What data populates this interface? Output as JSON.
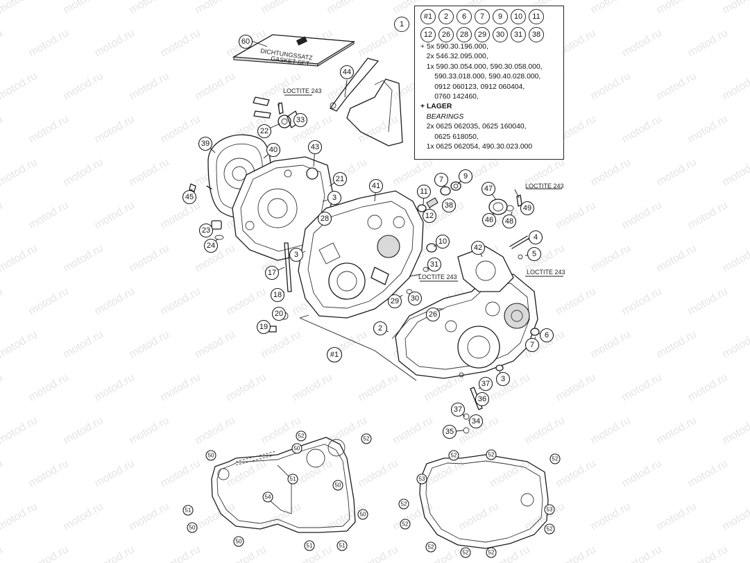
{
  "watermark": "motod.ru",
  "gasket_kit": {
    "line1": "DICHTUNGSSATZ",
    "line2": "GASKET SET"
  },
  "notes": {
    "loctite_1": "LOCTITE 243",
    "loctite_2": "LOCTITE 243",
    "loctite_3": "LOCTITE 243",
    "loctite_4": "LOCTITE 243"
  },
  "info_box": {
    "ref": "1",
    "badges_row1": [
      "#1",
      "2",
      "6",
      "7",
      "9",
      "10",
      "11"
    ],
    "badges_row2": [
      "12",
      "26",
      "28",
      "29",
      "30",
      "31",
      "38"
    ],
    "lines": [
      "+ 5x 590.30.196.000,",
      "   2x 546.32.095.000,",
      "   1x 590.30.054.000, 590.30.058.000,",
      "       590.33.018.000, 590.40.028.000,",
      "       0912 060123, 0912 060404,",
      "       0760 142460,",
      "+ LAGER",
      "   BEARINGS",
      "   2x 0625 062035, 0625 160040,",
      "       0625 618050,",
      "   1x 0625 062054, 490.30.023.000"
    ]
  },
  "callouts": {
    "c60": "60",
    "c44": "44",
    "c22": "22",
    "c33": "33",
    "c39": "39",
    "c40": "40",
    "c43": "43",
    "c21": "21",
    "c45": "45",
    "c3a": "3",
    "c28": "28",
    "c23": "23",
    "c24": "24",
    "c3b": "3",
    "c17": "17",
    "c18": "18",
    "c20": "20",
    "c19": "19",
    "c41": "41",
    "c11": "11",
    "c7a": "7",
    "c9": "9",
    "c12": "12",
    "c38": "38",
    "c10": "10",
    "c31": "31",
    "c30": "30",
    "c29": "29",
    "c47": "47",
    "c49": "49",
    "c46": "46",
    "c48": "48",
    "c4": "4",
    "c5": "5",
    "c42": "42",
    "c26": "26",
    "c2": "2",
    "c1": "#1",
    "c7b": "7",
    "c6": "6",
    "c3c": "3",
    "c37a": "37",
    "c36": "36",
    "c37b": "37",
    "c34": "34",
    "c35": "35",
    "g52a": "52",
    "g50a": "50",
    "g52b": "52",
    "g50b": "50",
    "g51a": "51",
    "g50c": "50",
    "g54": "54",
    "g51b": "51",
    "g50d": "50",
    "g50e": "50",
    "g50f": "50",
    "g51c": "51",
    "g51d": "51",
    "g52c": "52",
    "g52d": "52",
    "g52e": "52",
    "g53a": "53",
    "g52f": "52",
    "g53b": "53",
    "g52g": "52",
    "g52h": "52",
    "g52i": "52",
    "g52j": "52",
    "g52k": "52"
  }
}
